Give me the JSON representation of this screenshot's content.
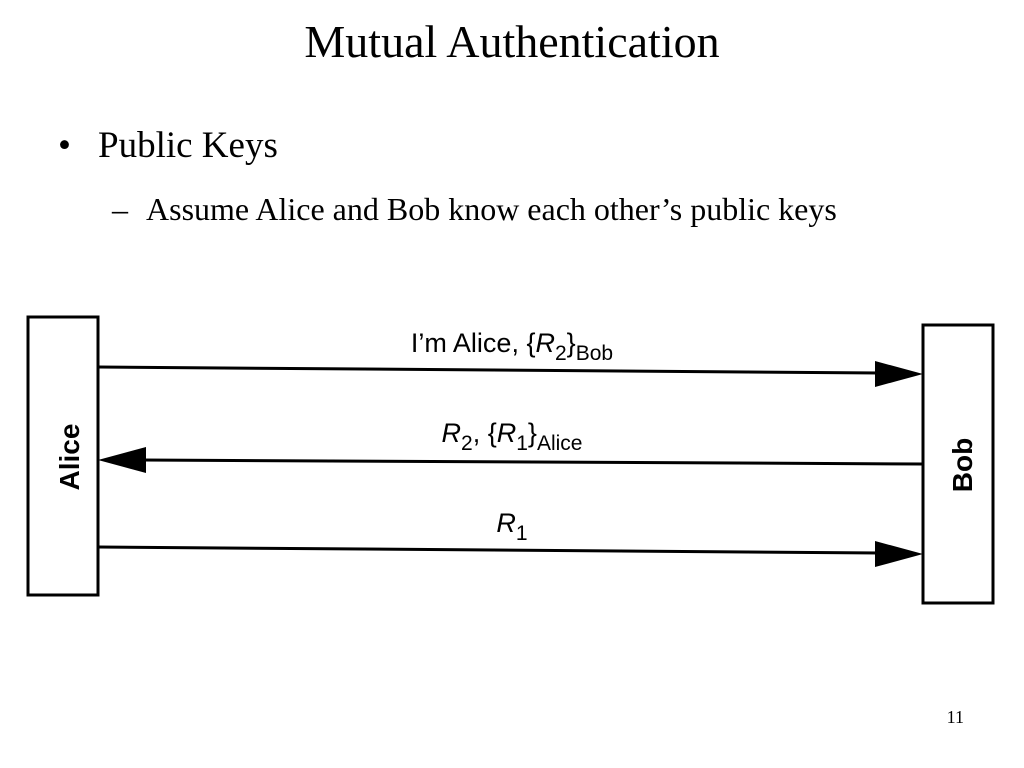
{
  "slide": {
    "title": "Mutual Authentication",
    "bullet": {
      "marker": "•",
      "text": "Public Keys"
    },
    "sub_bullet": {
      "marker": "–",
      "text": "Assume Alice and Bob know each other’s public keys"
    },
    "page_number": "11"
  },
  "diagram": {
    "parties": {
      "left": "Alice",
      "right": "Bob"
    },
    "messages": [
      {
        "direction": "Alice→Bob",
        "parts": [
          {
            "t": "I’m Alice, {"
          },
          {
            "t": "R",
            "style": "italic"
          },
          {
            "t": "2",
            "style": "sub"
          },
          {
            "t": "}"
          },
          {
            "t": "Bob",
            "style": "sub"
          }
        ]
      },
      {
        "direction": "Bob→Alice",
        "parts": [
          {
            "t": "R",
            "style": "italic"
          },
          {
            "t": "2",
            "style": "sub"
          },
          {
            "t": ", {"
          },
          {
            "t": "R",
            "style": "italic"
          },
          {
            "t": "1",
            "style": "sub"
          },
          {
            "t": "}"
          },
          {
            "t": "Alice",
            "style": "sub"
          }
        ]
      },
      {
        "direction": "Alice→Bob",
        "parts": [
          {
            "t": "R",
            "style": "italic"
          },
          {
            "t": "1",
            "style": "sub"
          }
        ]
      }
    ]
  }
}
